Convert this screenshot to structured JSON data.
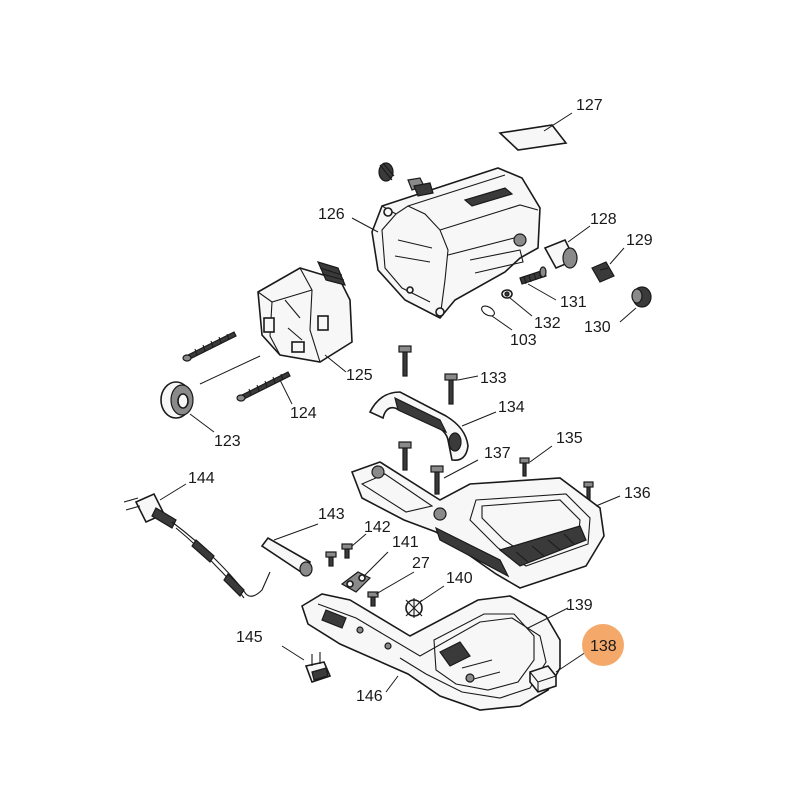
{
  "labels": {
    "p127": "127",
    "p126": "126",
    "p128": "128",
    "p129": "129",
    "p131": "131",
    "p132": "132",
    "p103": "103",
    "p130": "130",
    "p125": "125",
    "p133": "133",
    "p124": "124",
    "p134": "134",
    "p123": "123",
    "p135": "135",
    "p137": "137",
    "p136": "136",
    "p144": "144",
    "p143": "143",
    "p142": "142",
    "p141": "141",
    "p27": "27",
    "p140": "140",
    "p139": "139",
    "p138": "138",
    "p145": "145",
    "p146": "146"
  },
  "highlight": {
    "part": "138",
    "color": "#f4a96a"
  }
}
